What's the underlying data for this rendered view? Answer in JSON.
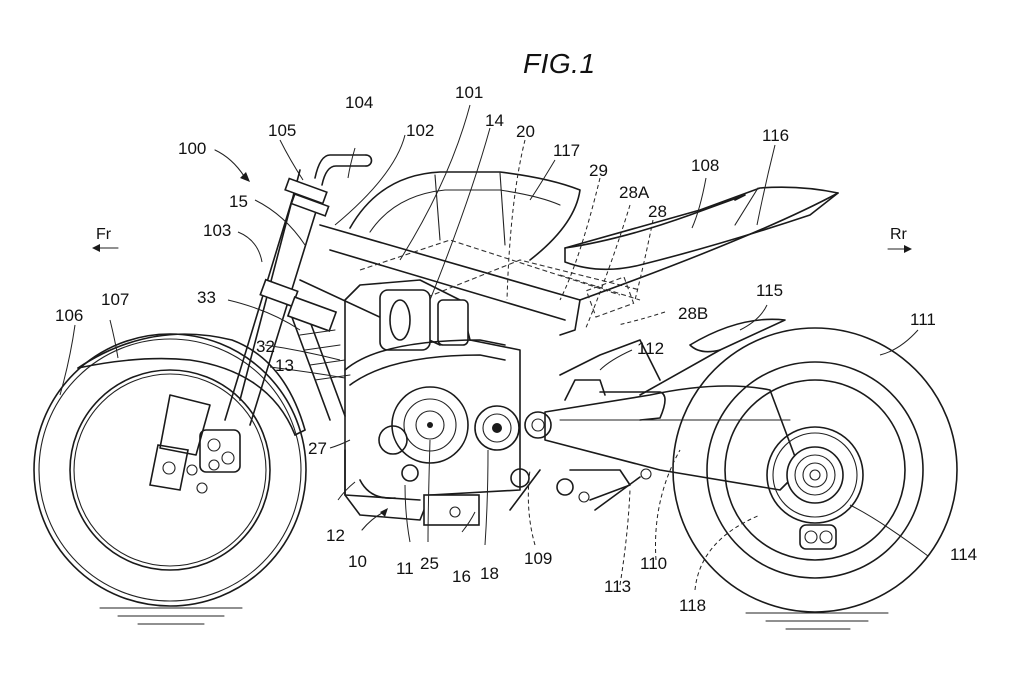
{
  "figure": {
    "title": "FIG.1",
    "direction_front": "Fr",
    "direction_rear": "Rr"
  },
  "labels": {
    "l100": "100",
    "l101": "101",
    "l102": "102",
    "l103": "103",
    "l104": "104",
    "l105": "105",
    "l106": "106",
    "l107": "107",
    "l108": "108",
    "l109": "109",
    "l110": "110",
    "l111": "111",
    "l112": "112",
    "l113": "113",
    "l114": "114",
    "l115": "115",
    "l116": "116",
    "l117": "117",
    "l118": "118",
    "l10": "10",
    "l11": "11",
    "l12": "12",
    "l13": "13",
    "l14": "14",
    "l15": "15",
    "l16": "16",
    "l18": "18",
    "l20": "20",
    "l25": "25",
    "l27": "27",
    "l28": "28",
    "l28A": "28A",
    "l28B": "28B",
    "l29": "29",
    "l32": "32",
    "l33": "33"
  }
}
